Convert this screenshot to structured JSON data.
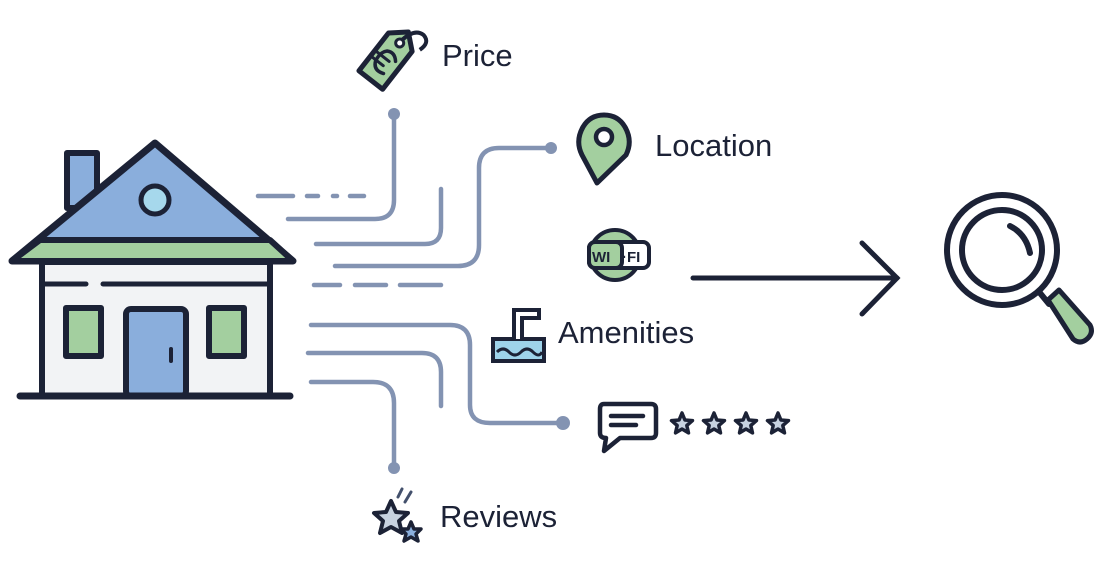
{
  "diagram": {
    "source": "house",
    "target": "search",
    "factors": [
      {
        "id": "price",
        "label": "Price",
        "icon": "euro-price-tag-icon"
      },
      {
        "id": "location",
        "label": "Location",
        "icon": "map-pin-icon"
      },
      {
        "id": "wifi",
        "label": "",
        "icon": "wifi-badge-icon",
        "badge_text": "WI·FI"
      },
      {
        "id": "amenities",
        "label": "Amenities",
        "icon": "swimming-pool-icon"
      },
      {
        "id": "ratings",
        "label": "",
        "icon": "speech-bubble-icon",
        "stars": 4
      },
      {
        "id": "reviews",
        "label": "Reviews",
        "icon": "stars-icon"
      }
    ],
    "wifi_badge": {
      "left": "WI",
      "right": "·FI"
    }
  },
  "colors": {
    "outline": "#1c2236",
    "roof_blue": "#8aaedc",
    "accent_green": "#a3cf9f",
    "connector": "#8393b2",
    "water": "#9ed3ea",
    "window_circle": "#a6d8ec",
    "star_fill": "#c7d2e0",
    "wall": "#f2f3f5"
  }
}
